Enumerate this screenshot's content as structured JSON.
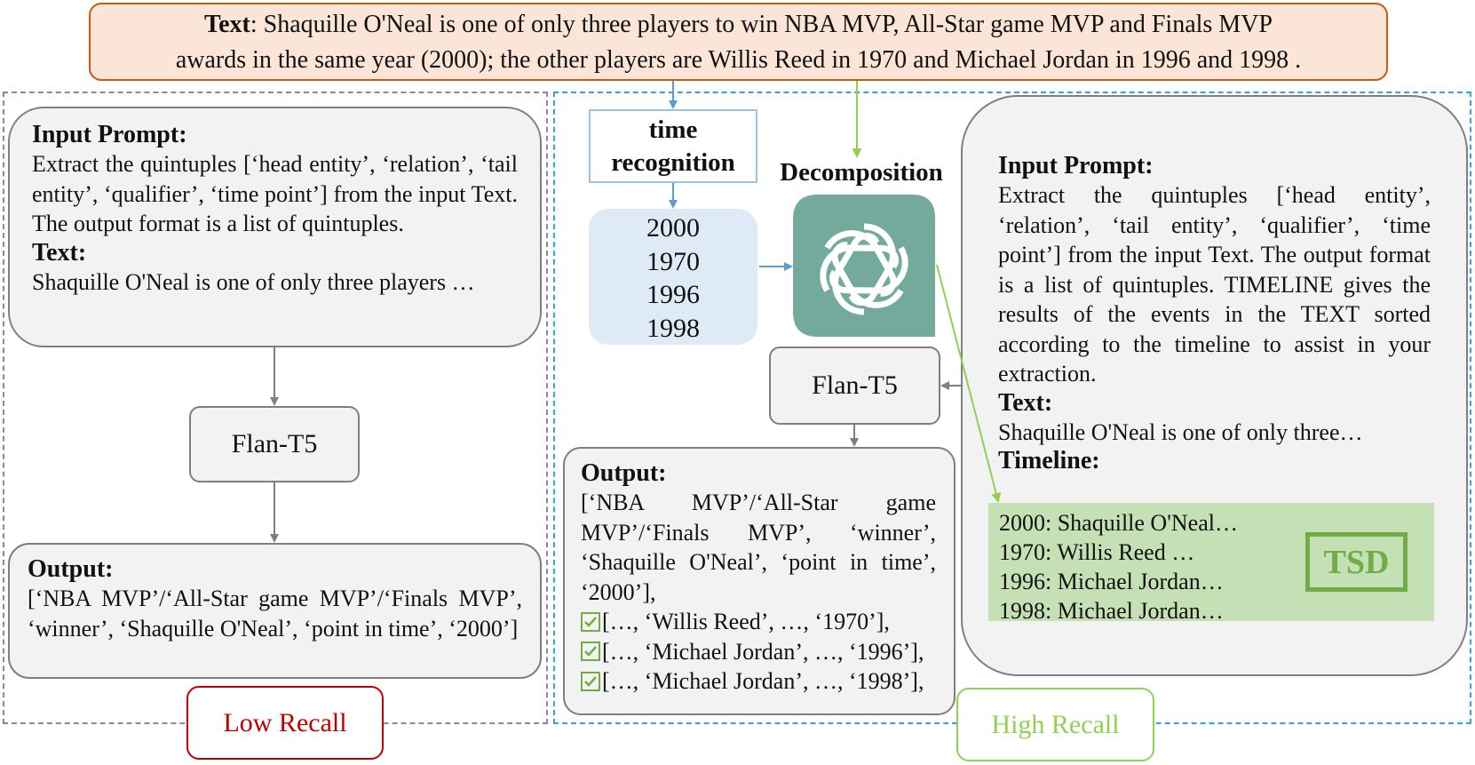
{
  "source_text": {
    "label": "Text",
    "line1": ": Shaquille O'Neal is one of only three players to win NBA MVP, All-Star game MVP and Finals MVP",
    "line2": "awards in the same year (2000); the other players are Willis Reed in 1970 and Michael Jordan in 1996 and 1998 ."
  },
  "left": {
    "prompt_heading": "Input Prompt",
    "prompt_body": "Extract the quintuples [‘head entity’, ‘relation’, ‘tail entity’, ‘qualifier’, ‘time point’] from the input Text. The output format is a list of quintuples.",
    "text_heading": "Text",
    "text_body": "Shaquille O'Neal is one of only three players …",
    "model": "Flan-T5",
    "output_heading": "Output",
    "output_body": "[‘NBA MVP’/‘All-Star game MVP’/‘Finals MVP’, ‘winner’, ‘Shaquille O'Neal’, ‘point in time’, ‘2000’]",
    "result_label": "Low Recall"
  },
  "middle": {
    "time_recognition_line1": "time",
    "time_recognition_line2": "recognition",
    "years": [
      "2000",
      "1970",
      "1996",
      "1998"
    ],
    "decomposition_label": "Decomposition",
    "model": "Flan-T5",
    "output_heading": "Output",
    "output_first": "[‘NBA MVP’/‘All-Star game MVP’/‘Finals MVP’, ‘winner’, ‘Shaquille O'Neal’, ‘point in time’, ‘2000’],",
    "output_checked": [
      "[…, ‘Willis Reed’, …, ‘1970’],",
      "[…, ‘Michael Jordan’, …, ‘1996’],",
      "[…, ‘Michael Jordan’, …, ‘1998’],"
    ],
    "result_label": "High Recall"
  },
  "right": {
    "prompt_heading": "Input Prompt",
    "prompt_body": "Extract the quintuples [‘head entity’, ‘relation’, ‘tail entity’, ‘qualifier’, ‘time point’] from the input Text. The output format is a list of quintuples. TIMELINE gives the results of the events in the TEXT sorted according to the timeline to assist in your extraction.",
    "text_heading": "Text",
    "text_body": "Shaquille O'Neal is one of only three…",
    "timeline_heading": "Timeline",
    "timeline": [
      "2000: Shaquille O'Neal…",
      "1970: Willis Reed …",
      "1996: Michael Jordan…",
      "1998: Michael Jordan…"
    ],
    "badge": "TSD"
  },
  "colors": {
    "text_box_fill": "#fbe5d6",
    "text_box_border": "#c55a11",
    "left_dash": "#8c8c8c",
    "right_dash": "#2ea8dc",
    "years_fill": "#deebf7",
    "time_box_border": "#9dc3e6",
    "gpt_green": "#74aa9c",
    "timeline_fill": "#c5e0b4",
    "tsd_green": "#70ad47",
    "low_recall": "#c00000",
    "high_recall": "#92d050"
  }
}
